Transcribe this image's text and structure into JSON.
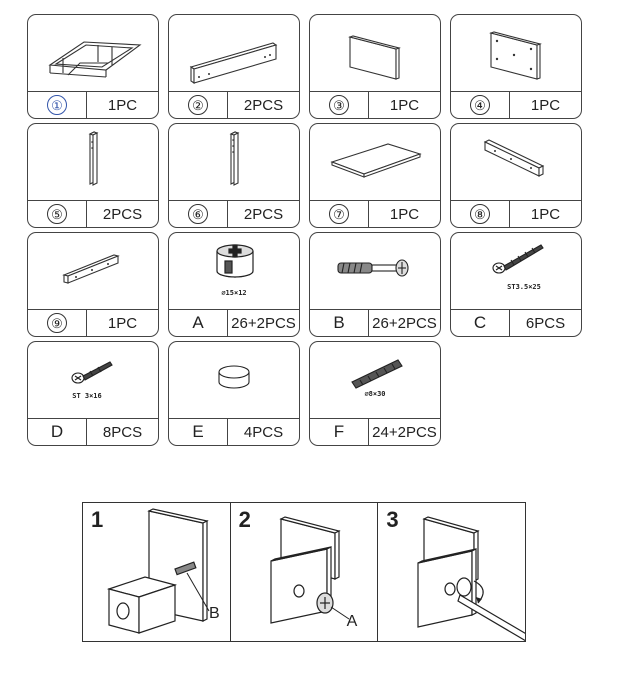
{
  "parts": [
    {
      "id": "①",
      "qty": "1PC",
      "blue": true
    },
    {
      "id": "②",
      "qty": "2PCS"
    },
    {
      "id": "③",
      "qty": "1PC"
    },
    {
      "id": "④",
      "qty": "1PC"
    },
    {
      "id": "⑤",
      "qty": "2PCS"
    },
    {
      "id": "⑥",
      "qty": "2PCS"
    },
    {
      "id": "⑦",
      "qty": "1PC"
    },
    {
      "id": "⑧",
      "qty": "1PC"
    },
    {
      "id": "⑨",
      "qty": "1PC"
    },
    {
      "id": "A",
      "qty": "26+2PCS",
      "spec": "⌀15×12"
    },
    {
      "id": "B",
      "qty": "26+2PCS"
    },
    {
      "id": "C",
      "qty": "6PCS",
      "spec": "ST3.5×25"
    },
    {
      "id": "D",
      "qty": "8PCS",
      "spec": "ST 3×16"
    },
    {
      "id": "E",
      "qty": "4PCS"
    },
    {
      "id": "F",
      "qty": "24+2PCS",
      "spec": "⌀8×30"
    }
  ],
  "steps": [
    {
      "number": "1",
      "callout": "B"
    },
    {
      "number": "2",
      "callout": "A"
    },
    {
      "number": "3",
      "callout": ""
    }
  ]
}
